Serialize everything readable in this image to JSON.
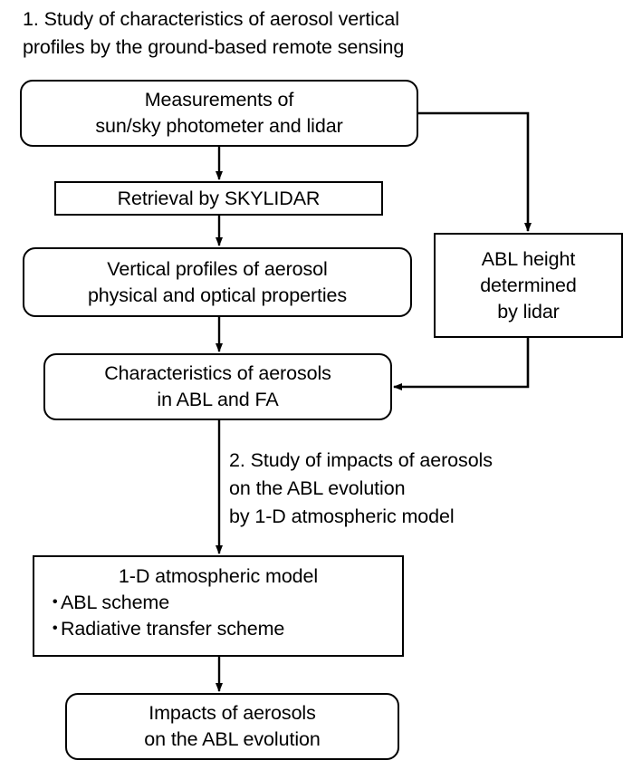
{
  "diagram": {
    "title_block_1": "1. Study of characteristics of aerosol vertical\nprofiles by the ground-based remote sensing",
    "title_block_2": "2. Study of impacts of aerosols\non the ABL evolution\nby 1-D atmospheric model",
    "stroke_color": "#000000",
    "background_color": "#ffffff",
    "nodes": {
      "measurements": {
        "line1": "Measurements of",
        "line2": "sun/sky photometer and lidar",
        "shape": "rounded-rectangle"
      },
      "retrieval": {
        "line1": "Retrieval by SKYLIDAR",
        "shape": "rectangle"
      },
      "vertical_profiles": {
        "line1": "Vertical profiles of aerosol",
        "line2": "physical and optical properties",
        "shape": "rounded-rectangle"
      },
      "abl_height": {
        "line1": "ABL height",
        "line2": "determined",
        "line3": "by lidar",
        "shape": "rectangle"
      },
      "characteristics": {
        "line1": "Characteristics of aerosols",
        "line2": "in ABL and FA",
        "shape": "rounded-rectangle"
      },
      "model": {
        "head": "1-D atmospheric model",
        "bullet_glyph": "・",
        "bullet1": "ABL scheme",
        "bullet2": "Radiative transfer scheme",
        "shape": "rectangle"
      },
      "impacts": {
        "line1": "Impacts of aerosols",
        "line2": "on the ABL evolution",
        "shape": "rounded-rectangle"
      }
    }
  }
}
